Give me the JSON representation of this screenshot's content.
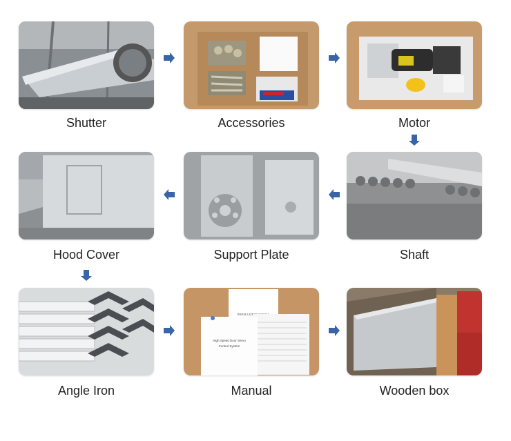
{
  "steps": [
    {
      "label": "Shutter"
    },
    {
      "label": "Accessories"
    },
    {
      "label": "Motor"
    },
    {
      "label": "Hood Cover"
    },
    {
      "label": "Support Plate"
    },
    {
      "label": "Shaft"
    },
    {
      "label": "Angle Iron"
    },
    {
      "label": "Manual"
    },
    {
      "label": "Wooden box"
    }
  ],
  "manual": {
    "heading": "INSTALLATION MANUAL",
    "cover_line1": "High Speed Door Servo",
    "cover_line2": "Control System"
  },
  "colors": {
    "arrow": "#3a64a8"
  }
}
